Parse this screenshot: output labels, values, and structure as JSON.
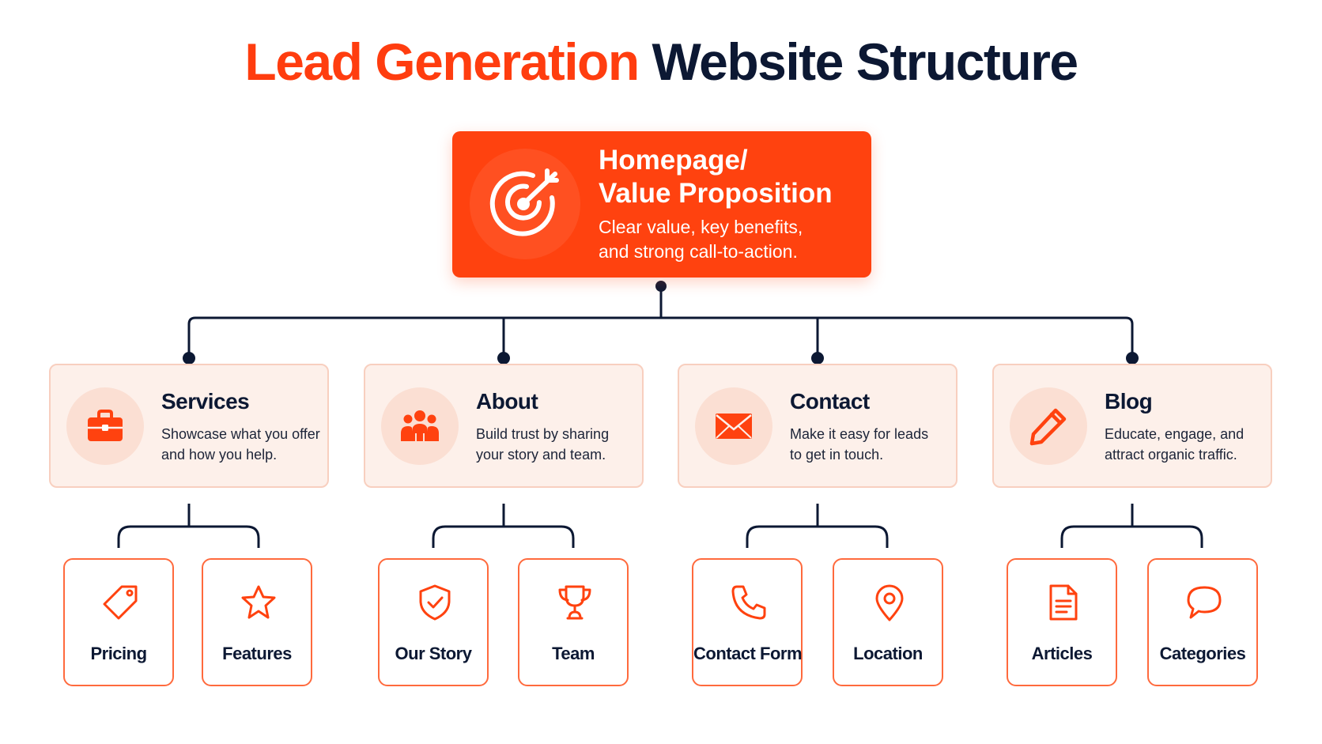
{
  "title": {
    "part1": "Lead Generation",
    "part2": "Website Structure"
  },
  "colors": {
    "accent": "#ff420f",
    "navy": "#0c1833",
    "soft": "#fdf0ea",
    "border": "#f8cfbf"
  },
  "root": {
    "title_line1": "Homepage/",
    "title_line2": "Value Proposition",
    "desc_line1": "Clear value, key benefits,",
    "desc_line2": "and strong call-to-action.",
    "icon": "target-icon"
  },
  "sections": [
    {
      "title": "Services",
      "desc_line1": "Showcase what you offer",
      "desc_line2": "and how you help.",
      "icon": "briefcase-icon",
      "children": [
        {
          "label": "Pricing",
          "icon": "tag-icon"
        },
        {
          "label": "Features",
          "icon": "star-icon"
        }
      ]
    },
    {
      "title": "About",
      "desc_line1": "Build trust by sharing",
      "desc_line2": "your story and team.",
      "icon": "people-icon",
      "children": [
        {
          "label": "Our Story",
          "icon": "shield-check-icon"
        },
        {
          "label": "Team",
          "icon": "trophy-icon"
        }
      ]
    },
    {
      "title": "Contact",
      "desc_line1": "Make it easy for leads",
      "desc_line2": "to get in touch.",
      "icon": "envelope-icon",
      "children": [
        {
          "label": "Contact Form",
          "icon": "phone-icon"
        },
        {
          "label": "Location",
          "icon": "map-pin-icon"
        }
      ]
    },
    {
      "title": "Blog",
      "desc_line1": "Educate, engage, and",
      "desc_line2": "attract organic traffic.",
      "icon": "pencil-icon",
      "children": [
        {
          "label": "Articles",
          "icon": "document-icon"
        },
        {
          "label": "Categories",
          "icon": "chat-bubble-icon"
        }
      ]
    }
  ]
}
